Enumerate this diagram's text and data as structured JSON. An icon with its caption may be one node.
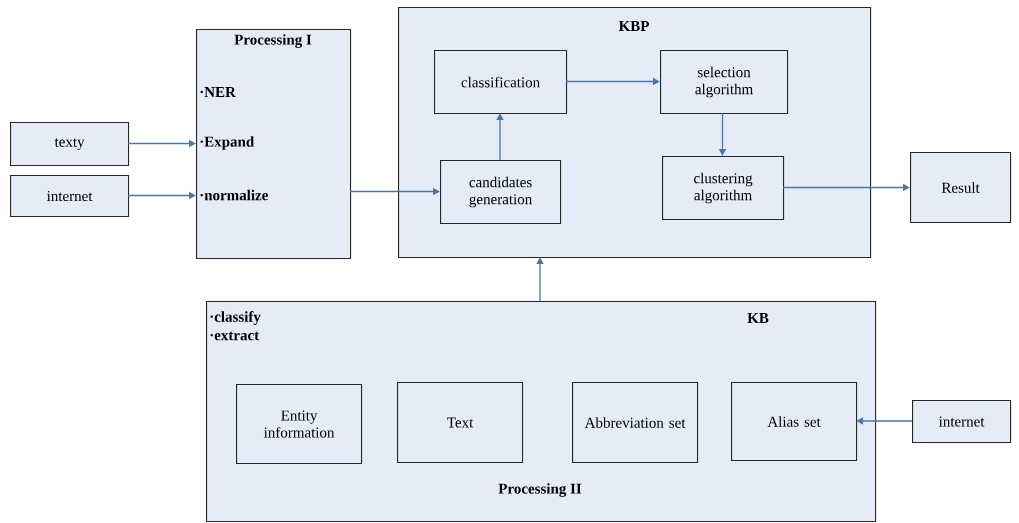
{
  "diagram": {
    "nodes": [
      {
        "text": [
          "texty"
        ]
      },
      {
        "text": [
          "internet"
        ]
      },
      {
        "text": [
          "Processing I",
          "·NER",
          "·Expand",
          "·normalize"
        ]
      },
      {
        "text": [
          "KBP"
        ]
      },
      {
        "text": [
          "classification"
        ],
        "in": 3
      },
      {
        "text": [
          "selection algorithm"
        ],
        "in": 3
      },
      {
        "text": [
          "candidates generation"
        ],
        "in": 3
      },
      {
        "text": [
          "clustering algorithm"
        ],
        "in": 3
      },
      {
        "text": [
          "Result"
        ]
      },
      {
        "text": [
          "·classify",
          "·extract",
          "KB",
          "Processing II"
        ]
      },
      {
        "text": [
          "Entity information"
        ],
        "in": 9
      },
      {
        "text": [
          "Text"
        ],
        "in": 9
      },
      {
        "text": [
          "Abbreviation set"
        ],
        "in": 9
      },
      {
        "text": [
          "Alias set"
        ],
        "in": 9
      },
      {
        "text": [
          "internet"
        ]
      }
    ],
    "edges": [
      {
        "from": 0,
        "to": 2,
        "arrow": "to"
      },
      {
        "from": 1,
        "to": 2,
        "arrow": "to"
      },
      {
        "from": 2,
        "to": 6,
        "arrow": "to"
      },
      {
        "from": 6,
        "to": 4,
        "arrow": "to"
      },
      {
        "from": 4,
        "to": 5,
        "arrow": "to"
      },
      {
        "from": 5,
        "to": 7,
        "arrow": "to"
      },
      {
        "from": 7,
        "to": 8,
        "arrow": "to"
      },
      {
        "from": 9,
        "to": 3,
        "arrow": "to"
      },
      {
        "from": 14,
        "to": 13,
        "arrow": "to"
      }
    ]
  }
}
